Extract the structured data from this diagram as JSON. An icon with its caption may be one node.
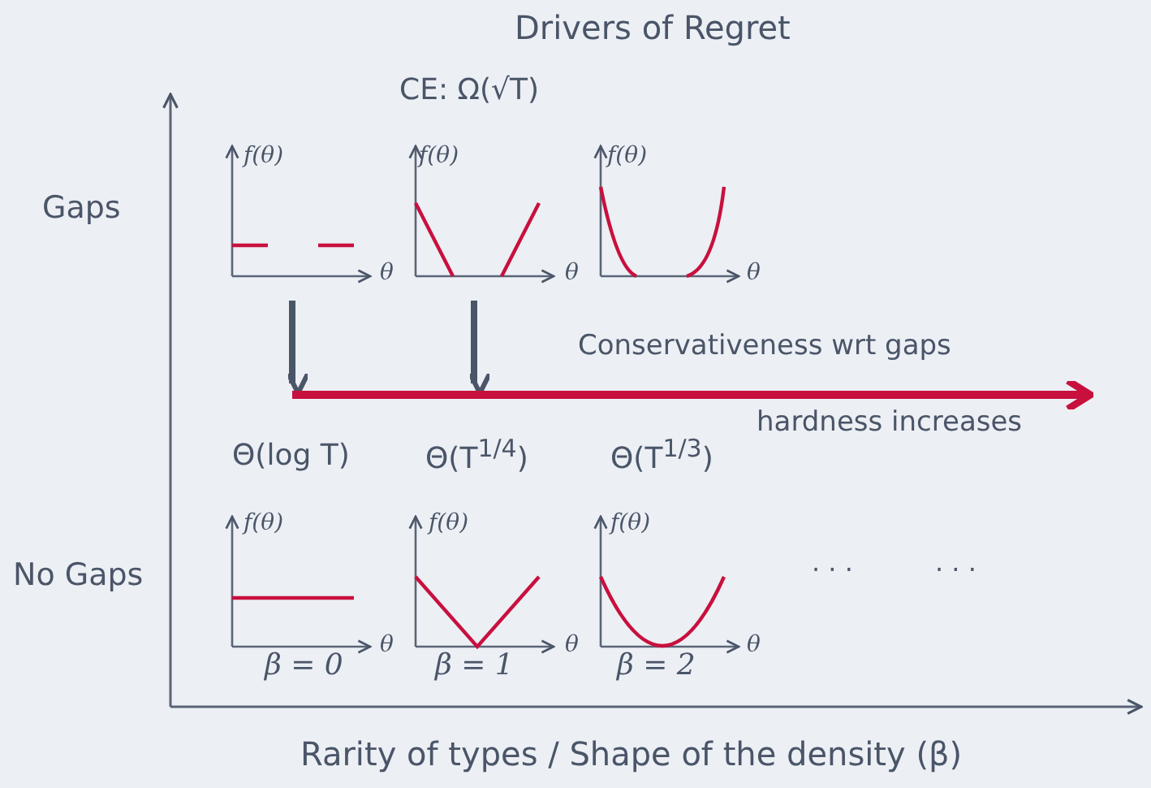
{
  "diagram": {
    "title": "Drivers of Regret",
    "labels": [
      "CE: Ω(√T)",
      "f(θ)",
      "f(θ)",
      "f(θ)",
      "Gaps",
      "θ",
      "θ",
      "θ",
      "Conservativeness wrt gaps",
      "hardness increases",
      "Θ(log T)",
      "Θ(T$^{1/4}$)",
      "Θ(T$^{1/3}$)",
      "f(θ)",
      "f(θ)",
      "f(θ)",
      "No Gaps",
      "θ",
      "θ",
      "θ",
      "β = 0",
      "β = 1",
      "β = 2",
      "· · ·",
      "· · ·",
      "Rarity of types / Shape of the density (β)"
    ]
  }
}
